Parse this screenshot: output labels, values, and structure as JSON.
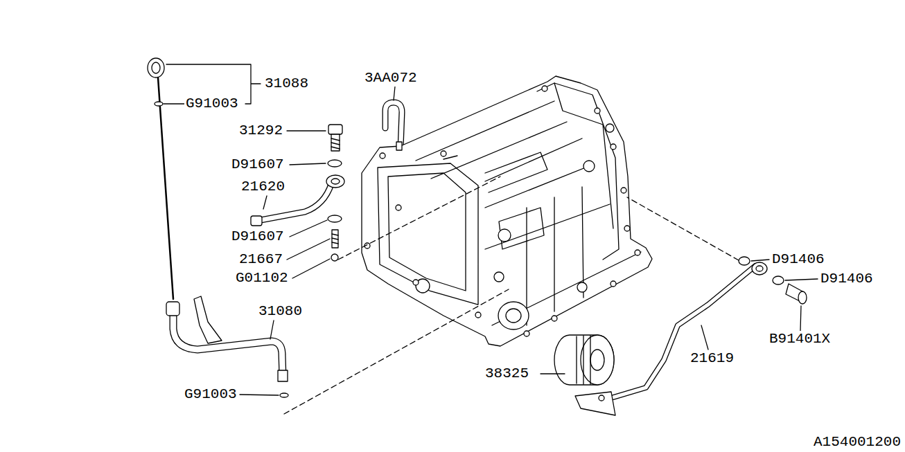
{
  "diagram": {
    "labels": [
      "31088",
      "G91003",
      "3AA072",
      "31292",
      "D91607",
      "21620",
      "D91607",
      "21667",
      "G01102",
      "31080",
      "G91003",
      "38325",
      "D91406",
      "D91406",
      "B91401X",
      "21619",
      "A154001200"
    ]
  }
}
